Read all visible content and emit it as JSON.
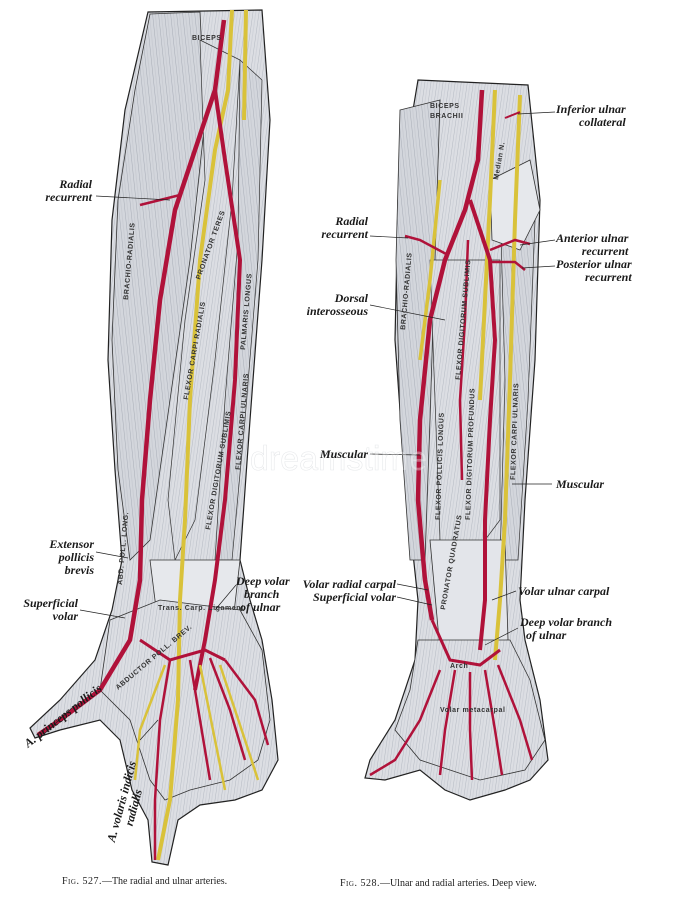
{
  "fig527": {
    "caption_fig": "Fig. 527.",
    "caption_text": "—The radial and ulnar arteries.",
    "labels": {
      "radial_recurrent": [
        "Radial",
        "recurrent"
      ],
      "extensor_pollicis_brevis": [
        "Extensor",
        "pollicis",
        "brevis"
      ],
      "superficial_volar": [
        "Superficial",
        "volar"
      ],
      "a_princeps_pollicis": "A. princeps pollicis",
      "a_volaris_indicis_radialis": [
        "A. volaris indicis",
        "radialis"
      ],
      "deep_volar_branch_ulnar": [
        "Deep volar",
        "branch",
        "of ulnar"
      ]
    },
    "muscles": {
      "biceps": "BICEPS",
      "brachio_radialis": "BRACHIO-RADIALIS",
      "pronator_teres": "PRONATOR TERES",
      "flexor_carpi_radialis": "FLEXOR CARPI RADIALIS",
      "palmaris_longus": "PALMARIS LONGUS",
      "flexor_carpi_ulnaris": "FLEXOR CARPI ULNARIS",
      "flexor_digitorum_sublimis": "FLEXOR DIGITORUM SUBLIMIS",
      "abd_poll_long": "ABD. POLL. LONG.",
      "trans_carp_ligament": "Trans. Carp. Ligament",
      "abductor_poll_brev": "ABDUCTOR POLL. BREV."
    }
  },
  "fig528": {
    "caption_fig": "Fig. 528.",
    "caption_text": "—Ulnar and radial arteries.  Deep view.",
    "labels": {
      "inferior_ulnar_collateral": [
        "Inferior ulnar",
        "collateral"
      ],
      "radial_recurrent": [
        "Radial",
        "recurrent"
      ],
      "anterior_ulnar_recurrent": [
        "Anterior ulnar",
        "recurrent"
      ],
      "posterior_ulnar_recurrent": [
        "Posterior ulnar",
        "recurrent"
      ],
      "dorsal_interosseous": [
        "Dorsal",
        "interosseous"
      ],
      "muscular_left": "Muscular",
      "muscular_right": "Muscular",
      "volar_radial_carpal": "Volar radial carpal",
      "superficial_volar": "Superficial volar",
      "volar_ulnar_carpal": "Volar ulnar carpal",
      "deep_volar_branch_ulnar": [
        "Deep volar branch",
        "of ulnar"
      ]
    },
    "muscles": {
      "biceps_brachii": [
        "BICEPS",
        "BRACHII"
      ],
      "brachio_radialis": "BRACHIO-RADIALIS",
      "median_n": "Median N.",
      "flexor_digitorum_sublimis": "FLEXOR DIGITORUM SUBLIMIS",
      "flexor_pollicis_longus": "FLEXOR POLLICIS LONGUS",
      "flexor_digitorum_profundus": "FLEXOR DIGITORUM PROFUNDUS",
      "flexor_carpi_ulnaris": "FLEXOR CARPI ULNARIS",
      "pronator_quadratus": "PRONATOR QUADRATUS",
      "volar_metacarpal": "Volar metacarpal",
      "arch": "Arch"
    }
  },
  "watermark": "dreamstime",
  "colors": {
    "artery": "#b0123a",
    "nerve": "#d9c23a",
    "muscle": "#d7d9de",
    "muscle_shadow": "#9aa0ab",
    "outline": "#222222"
  }
}
